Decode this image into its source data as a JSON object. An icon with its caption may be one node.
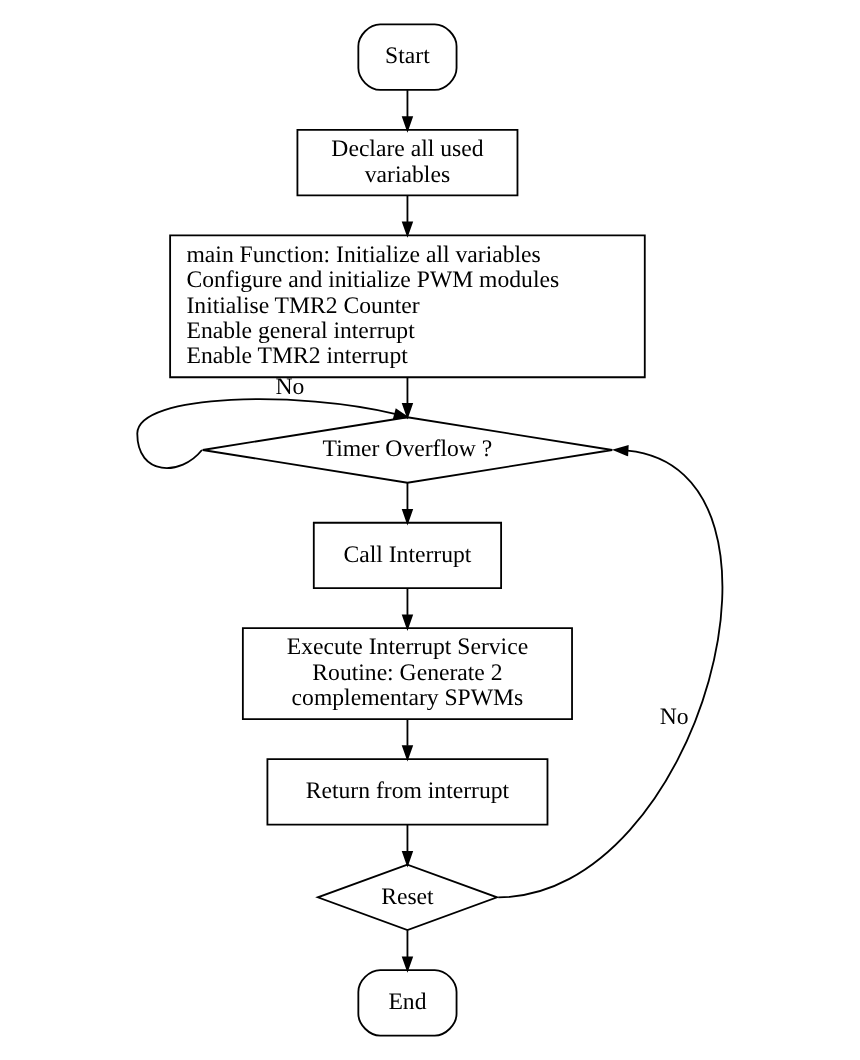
{
  "diagram": {
    "nodes": [
      {
        "text": [
          "Start"
        ]
      },
      {
        "text": [
          "Declare all used variables"
        ]
      },
      {
        "text": [
          "main Function: Initialize all variables",
          "Configure and initialize PWM modules",
          "Initialise TMR2 Counter",
          "Enable general interrupt",
          "Enable TMR2 interrupt"
        ]
      },
      {
        "text": [
          "Timer Overflow ?"
        ]
      },
      {
        "text": [
          "Call Interrupt"
        ]
      },
      {
        "text": [
          "Execute Interrupt Service Routine: Generate 2 complementary SPWMs"
        ]
      },
      {
        "text": [
          "Return from interrupt"
        ]
      },
      {
        "text": [
          "Reset"
        ]
      },
      {
        "text": [
          "End"
        ]
      }
    ],
    "edges": [
      {
        "from": 0,
        "to": 1,
        "arrow": "to"
      },
      {
        "from": 1,
        "to": 2,
        "arrow": "to"
      },
      {
        "from": 2,
        "to": 3,
        "arrow": "to"
      },
      {
        "from": 3,
        "to": 3,
        "arrow": "to",
        "label": "No"
      },
      {
        "from": 3,
        "to": 4,
        "arrow": "to"
      },
      {
        "from": 4,
        "to": 5,
        "arrow": "to"
      },
      {
        "from": 5,
        "to": 6,
        "arrow": "to"
      },
      {
        "from": 6,
        "to": 7,
        "arrow": "to"
      },
      {
        "from": 7,
        "to": 3,
        "arrow": "to",
        "label": "No"
      },
      {
        "from": 7,
        "to": 8,
        "arrow": "to"
      }
    ]
  }
}
